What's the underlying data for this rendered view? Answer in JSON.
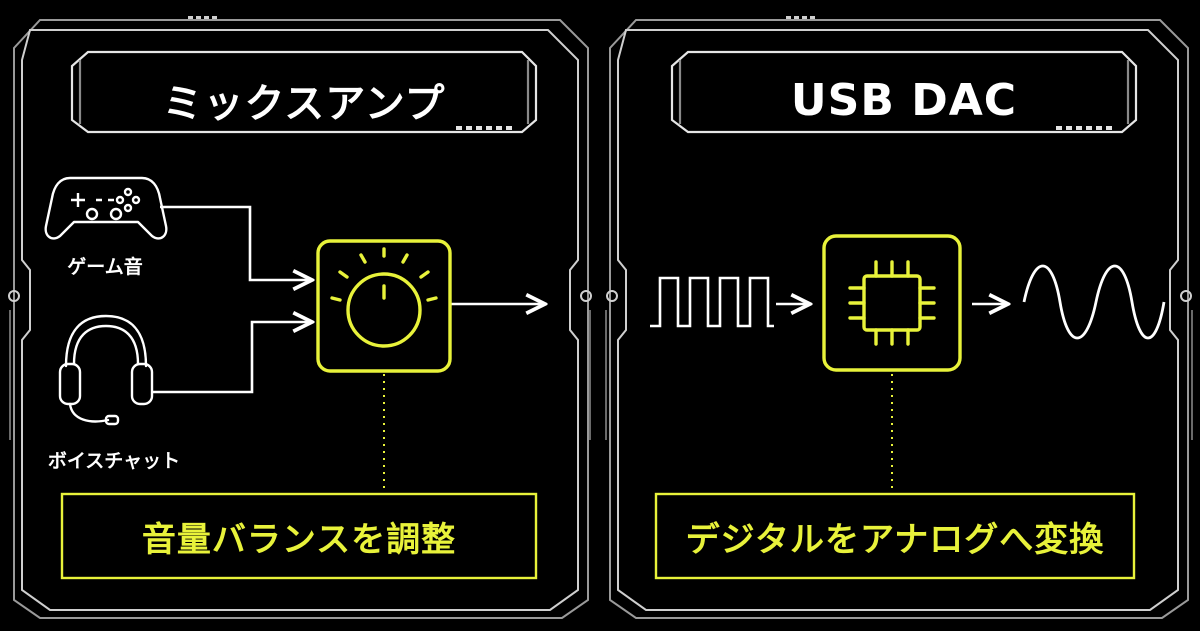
{
  "colors": {
    "background": "#000000",
    "frame": "#cfcfcf",
    "accent": "#e8f23a",
    "line": "#ffffff"
  },
  "left_panel": {
    "title": "ミックスアンプ",
    "inputs": [
      {
        "icon": "gamepad-icon",
        "label": "ゲーム音"
      },
      {
        "icon": "headset-icon",
        "label": "ボイスチャット"
      }
    ],
    "device_icon": "volume-knob-icon",
    "caption": "音量バランスを調整"
  },
  "right_panel": {
    "title": "USB DAC",
    "input_icon": "digital-square-wave-icon",
    "device_icon": "chip-icon",
    "output_icon": "analog-sine-wave-icon",
    "caption": "デジタルをアナログへ変換"
  }
}
